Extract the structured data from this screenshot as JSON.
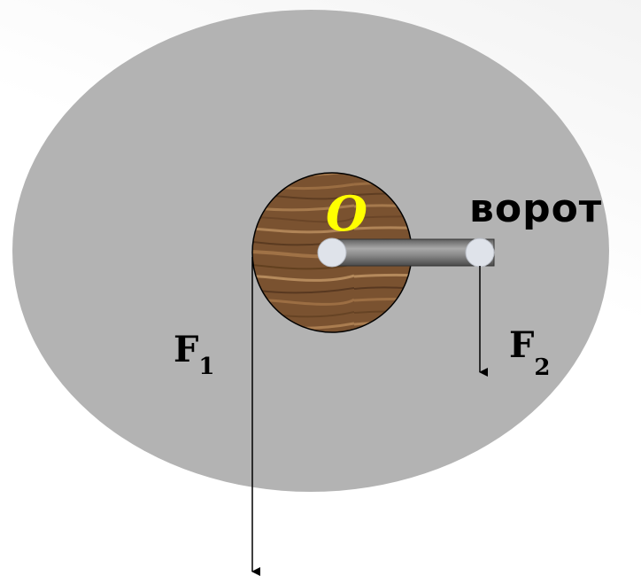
{
  "title": "ворот",
  "axis_label": "O",
  "forces": [
    {
      "main": "F",
      "sub": "1"
    },
    {
      "main": "F",
      "sub": "2"
    }
  ],
  "colors": {
    "background_ellipse": "#b3b3b3",
    "axis_label": "#ffff00",
    "drum_wood": "#7a5230",
    "handle": "#808080",
    "joint": "#dfe3ea",
    "text": "#000000"
  }
}
